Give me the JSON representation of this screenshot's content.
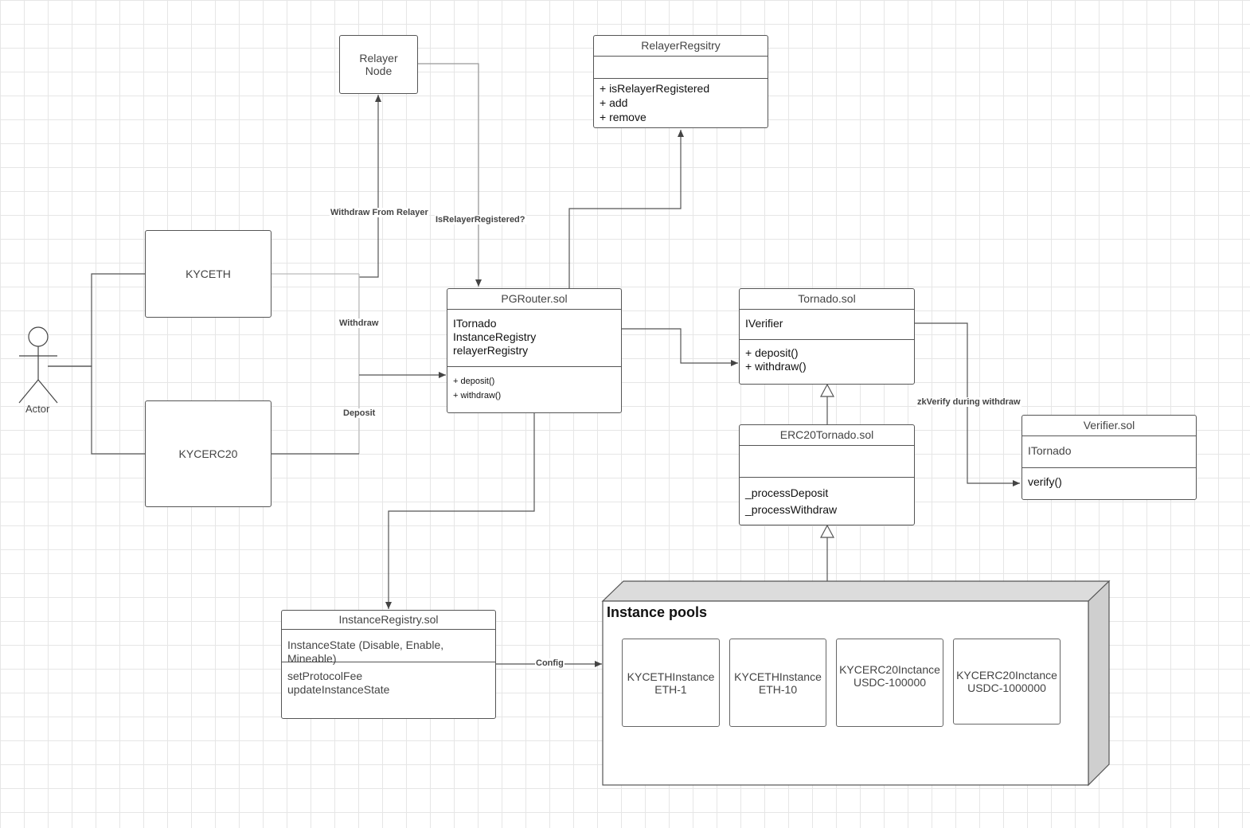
{
  "actor": {
    "label": "Actor"
  },
  "boxes": {
    "kyceth": "KYCETH",
    "kycerc20": "KYCERC20",
    "relayer_node": [
      "Relayer",
      "Node"
    ]
  },
  "relayer_registry": {
    "title": "RelayerRegsitry",
    "methods": [
      "+ isRelayerRegistered",
      "+ add",
      "+ remove"
    ]
  },
  "pgrouter": {
    "title": "PGRouter.sol",
    "fields": [
      "ITornado",
      "InstanceRegistry",
      "relayerRegistry"
    ],
    "methods": [
      "+ deposit()",
      "+ withdraw()"
    ]
  },
  "tornado": {
    "title": "Tornado.sol",
    "fields": [
      "IVerifier"
    ],
    "methods": [
      "+ deposit()",
      "+ withdraw()"
    ]
  },
  "erc20tornado": {
    "title": "ERC20Tornado.sol",
    "methods": [
      "_processDeposit",
      "_processWithdraw"
    ]
  },
  "verifier": {
    "title": "Verifier.sol",
    "fields": [
      "ITornado"
    ],
    "methods": [
      "verify()"
    ]
  },
  "instance_registry": {
    "title": "InstanceRegistry.sol",
    "fields": [
      "InstanceState (Disable, Enable, Mineable)"
    ],
    "methods": [
      "setProtocolFee",
      "updateInstanceState"
    ]
  },
  "instance_pools": {
    "title": "Instance pools",
    "instances": [
      [
        "KYCETHInstance",
        "ETH-1"
      ],
      [
        "KYCETHInstance",
        "ETH-10"
      ],
      [
        "KYCERC20Inctance",
        "USDC-100000"
      ],
      [
        "KYCERC20Inctance",
        "USDC-1000000"
      ]
    ]
  },
  "edge_labels": {
    "withdraw_from_relayer": "Withdraw From Relayer",
    "is_relayer_registered": "IsRelayerRegistered?",
    "withdraw": "Withdraw",
    "deposit": "Deposit",
    "zkverify": "zkVerify during withdraw",
    "config": "Config"
  },
  "colors": {
    "line": "#555555",
    "grid": "#e6e6e6",
    "pool_side": "#cfcfcf"
  }
}
